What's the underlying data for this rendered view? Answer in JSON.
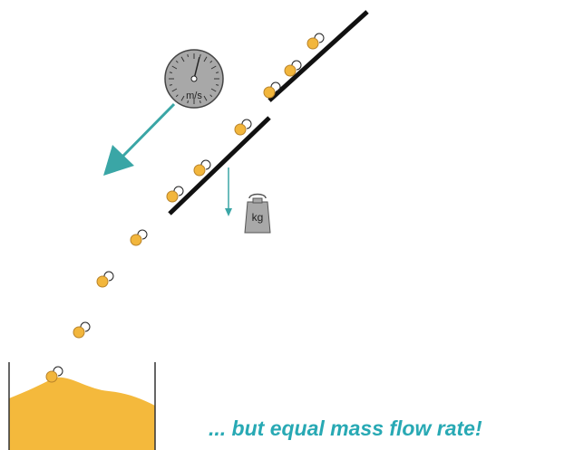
{
  "caption": "... but equal mass flow rate!",
  "gauge_unit": "m/s",
  "weight_unit": "kg",
  "colors": {
    "particle": "#f2b63c",
    "particle_stroke": "#b8832a",
    "velocity_arrow": "#3aa6a6",
    "weight_arrow": "#3aa6a6",
    "caption": "#28a9b4",
    "bulk": "#f4b93c",
    "chute": "#111111",
    "gauge_face": "#a8a8a8",
    "weight_body": "#a8a8a8"
  },
  "icons": {
    "gauge": "speedometer-icon",
    "weight": "weight-kg-icon"
  }
}
